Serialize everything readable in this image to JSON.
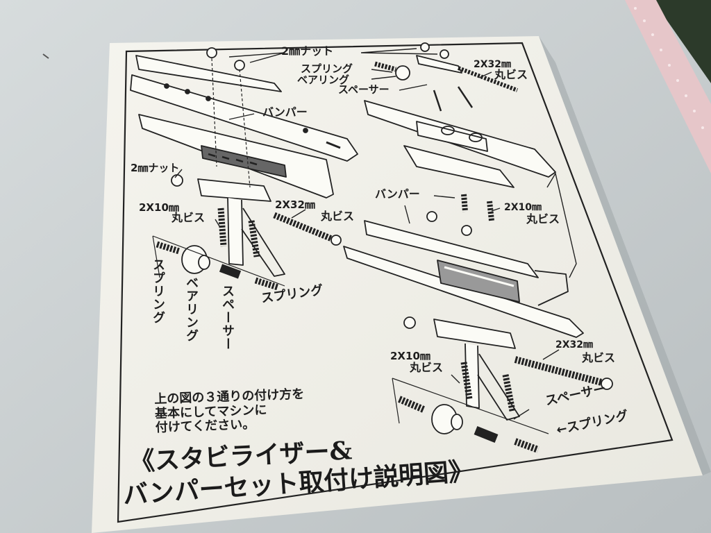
{
  "labels": {
    "nut_top": "2㎜ナット",
    "spring_top_right": "スプリング",
    "bearing_top_right": "ベアリング",
    "spacer_top_right": "スペーサー",
    "screw_32_top_right": "2X32㎜",
    "screw_32_top_right_2": "丸ビス",
    "bumper_top_left": "バンパー",
    "nut_mid_left": "2㎜ナット",
    "screw_10_left": "2X10㎜",
    "screw_10_left_2": "丸ビス",
    "screw_32_left": "2X32㎜",
    "screw_32_left_2": "丸ビス",
    "spring_left_v": "スプリング",
    "bearing_left_v": "ベアリング",
    "spacer_left_v": "スペーサー",
    "spring_left_h": "スプリング",
    "bumper_right": "バンパー",
    "screw_10_right_mid": "2X10㎜",
    "screw_10_right_mid_2": "丸ビス",
    "screw_10_right_low": "2X10㎜",
    "screw_10_right_low_2": "丸ビス",
    "screw_32_right_low": "2X32㎜",
    "screw_32_right_low_2": "丸ビス",
    "spacer_right_low": "スペーサー",
    "spring_right_low": "←スプリング"
  },
  "note": {
    "line1": "上の図の３通りの付け方を",
    "line2": "基本にしてマシンに",
    "line3": "付けてください。"
  },
  "title": {
    "line1": "《スタビライザー&",
    "line2": "バンパーセット取付け説明図》"
  },
  "colors": {
    "paper": "#f1f0e9",
    "ink": "#1e1e1e",
    "desk": "#c9cfd0",
    "mat_pink": "#e8c9cc"
  }
}
